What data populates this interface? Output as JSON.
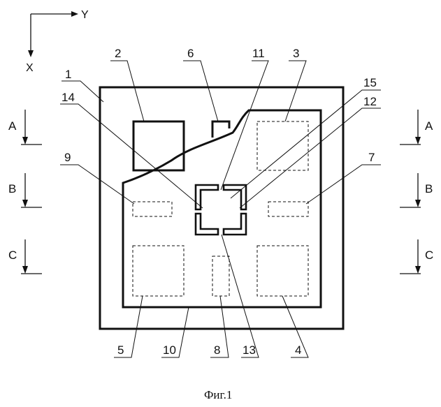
{
  "axes": {
    "y_label": "Y",
    "x_label": "X"
  },
  "labels": {
    "n1": "1",
    "n2": "2",
    "n3": "3",
    "n4": "4",
    "n5": "5",
    "n6": "6",
    "n7": "7",
    "n8": "8",
    "n9": "9",
    "n10": "10",
    "n11": "11",
    "n12": "12",
    "n13": "13",
    "n14": "14",
    "n15": "15"
  },
  "sections": {
    "left": [
      "A",
      "B",
      "C"
    ],
    "right": [
      "A",
      "B",
      "C"
    ]
  },
  "caption": "Фиг.1"
}
